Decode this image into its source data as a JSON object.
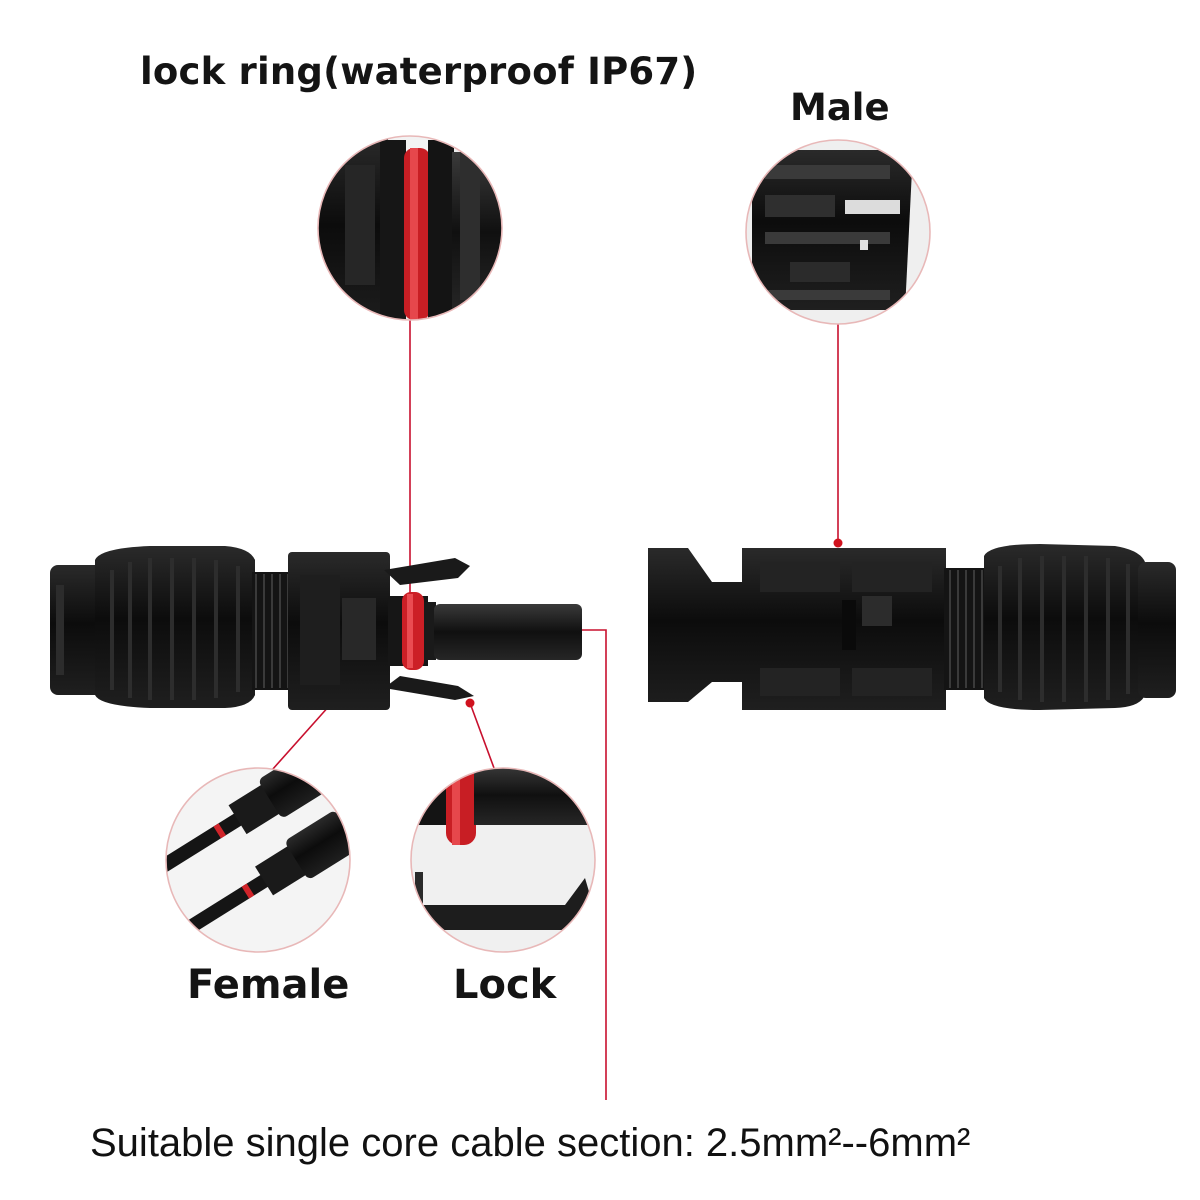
{
  "labels": {
    "lock_ring": "lock ring(waterproof IP67)",
    "male": "Male",
    "female": "Female",
    "lock": "Lock",
    "cable_section": "Suitable single core cable section: 2.5mm²--6mm²"
  },
  "colors": {
    "connector_body": "#131313",
    "seal_ring": "#d0242a",
    "callout_line": "#c8102e",
    "callout_ring": "#e8b8b8"
  },
  "icons": {
    "female_connector": "female-mc4-connector",
    "male_connector": "male-mc4-connector",
    "lock_ring_detail": "lock-ring-zoom",
    "male_detail": "male-contacts-zoom",
    "female_detail": "connector-pair-zoom",
    "lock_detail": "lock-clip-zoom"
  }
}
